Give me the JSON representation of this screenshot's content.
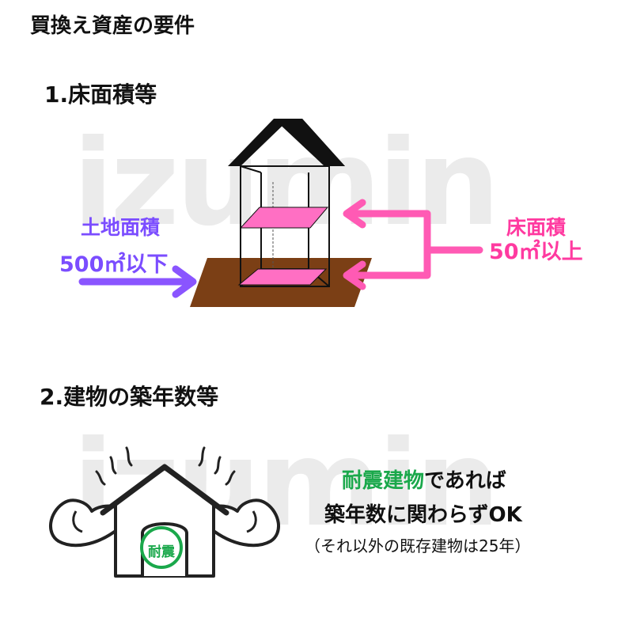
{
  "title": "買換え資産の要件",
  "section1": {
    "heading": "1.床面積等"
  },
  "section2": {
    "heading": "2.建物の築年数等"
  },
  "watermark": "izumin",
  "land": {
    "label": "土地面積",
    "limit": "500㎡以下",
    "color": "#7b4dff"
  },
  "floor": {
    "label": "床面積",
    "limit": "50㎡以上",
    "color": "#ff3aa0"
  },
  "ground_color": "#7b3f15",
  "earthquake": {
    "line1_highlight": "耐震建物",
    "line1_rest": "であれば",
    "line2": "築年数に関わらずOK",
    "line3": "（それ以外の既存建物は25年）",
    "badge": "耐震",
    "highlight_color": "#1aa84b"
  }
}
